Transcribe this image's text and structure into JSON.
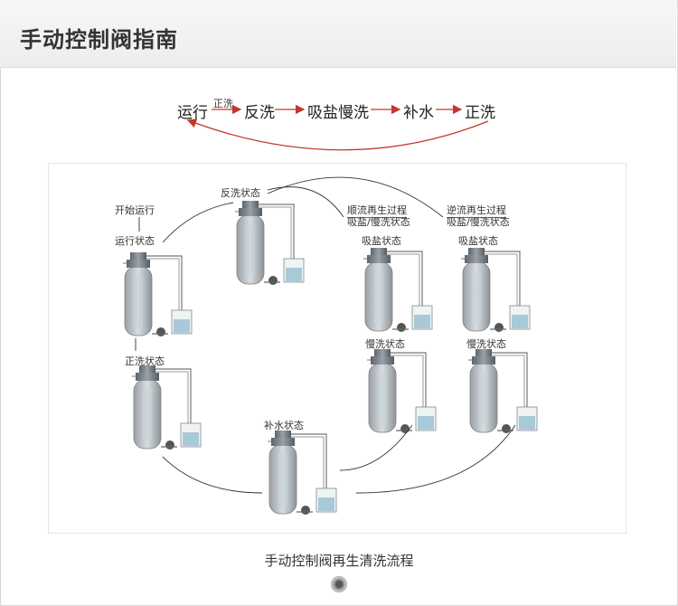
{
  "header": {
    "title": "手动控制阀指南"
  },
  "flow": {
    "step1": "运行",
    "step1_note": "正洗",
    "step2": "反洗",
    "step3": "吸盐慢洗",
    "step4": "补水",
    "step5": "正洗"
  },
  "diagram": {
    "start_label": "开始运行",
    "run_label": "运行状态",
    "backwash_label": "反洗状态",
    "cocurrent_label": "顺流再生过程",
    "cocurrent_sub": "吸盐/慢洗状态",
    "countercurrent_label": "逆流再生过程",
    "countercurrent_sub": "吸盐/慢洗状态",
    "brine_label_1": "吸盐状态",
    "brine_label_2": "吸盐状态",
    "slow_label_1": "慢洗状态",
    "slow_label_2": "慢洗状态",
    "rinse_label": "正洗状态",
    "refill_label": "补水状态"
  },
  "caption": {
    "text": "手动控制阀再生清洗流程"
  }
}
